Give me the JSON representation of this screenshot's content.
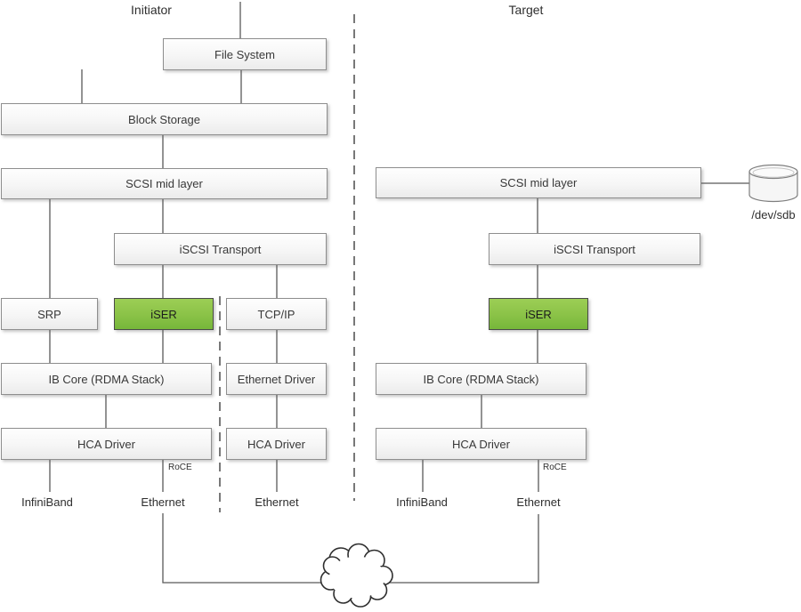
{
  "titles": {
    "initiator": "Initiator",
    "target": "Target"
  },
  "colors": {
    "iser_green": "#84bf41",
    "box_border": "#8e8e8e",
    "line": "#595959",
    "dash": "#3f3f3f"
  },
  "initiator": {
    "file_system": "File System",
    "block_storage": "Block Storage",
    "scsi_mid_layer": "SCSI mid layer",
    "iscsi_transport": "iSCSI Transport",
    "srp": "SRP",
    "iser": "iSER",
    "tcp_ip": "TCP/IP",
    "ib_core": "IB Core (RDMA Stack)",
    "ethernet_driver": "Ethernet Driver",
    "hca_driver": "HCA Driver",
    "labels": {
      "infiniband": "InfiniBand",
      "ethernet": "Ethernet",
      "ethernet2": "Ethernet",
      "roce": "RoCE"
    }
  },
  "target": {
    "scsi_mid_layer": "SCSI mid layer",
    "iscsi_transport": "iSCSI Transport",
    "iser": "iSER",
    "ib_core": "IB Core (RDMA Stack)",
    "hca_driver": "HCA Driver",
    "labels": {
      "infiniband": "InfiniBand",
      "ethernet": "Ethernet",
      "roce": "RoCE"
    },
    "disk": "/dev/sdb"
  }
}
